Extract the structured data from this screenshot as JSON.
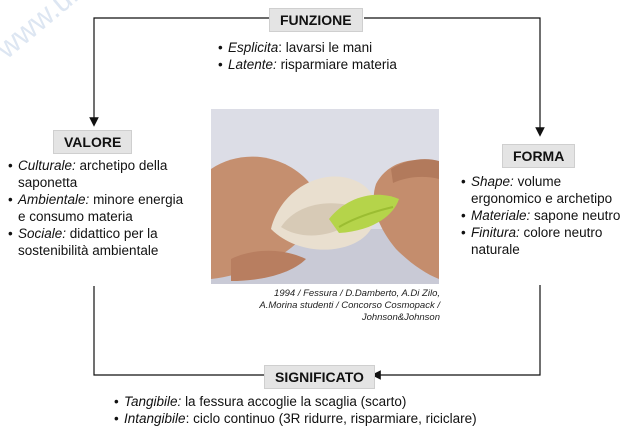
{
  "watermark": "www.unidrcs.com",
  "funzione": {
    "title": "FUNZIONE",
    "items": [
      {
        "term": "Esplicita",
        "sep": ": ",
        "text": "lavarsi le mani"
      },
      {
        "term": "Latente:",
        "sep": " ",
        "text": "risparmiare materia"
      }
    ]
  },
  "valore": {
    "title": "VALORE",
    "items": [
      {
        "term": "Culturale:",
        "sep": " ",
        "text": "archetipo della saponetta"
      },
      {
        "term": "Ambientale:",
        "sep": " ",
        "text": "minore energia e consumo materia"
      },
      {
        "term": "Sociale:",
        "sep": " ",
        "text": "didattico per la sostenibilità ambientale"
      }
    ]
  },
  "forma": {
    "title": "FORMA",
    "items": [
      {
        "term": "Shape:",
        "sep": " ",
        "text": "volume ergonomico e archetipo"
      },
      {
        "term": "Materiale:",
        "sep": " ",
        "text": "sapone neutro"
      },
      {
        "term": "Finitura:",
        "sep": " ",
        "text": "colore neutro naturale"
      }
    ]
  },
  "significato": {
    "title": "SIGNIFICATO",
    "items": [
      {
        "term": "Tangibile:",
        "sep": " ",
        "text": "la fessura accoglie la scaglia (scarto)"
      },
      {
        "term": "Intangibile",
        "sep": ": ",
        "text": "ciclo continuo (3R ridurre, risparmiare, riciclare)"
      }
    ]
  },
  "photo": {
    "caption_line1": "1994 / Fessura / D.Damberto, A.Di Zilo,",
    "caption_line2": "A.Morina studenti / Concorso Cosmopack /",
    "caption_line3": "Johnson&Johnson"
  }
}
